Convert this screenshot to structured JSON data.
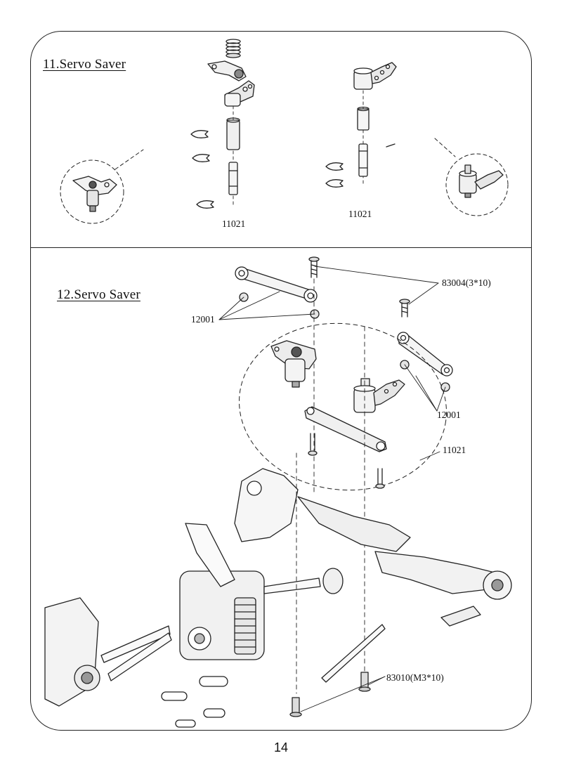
{
  "page_number": "14",
  "section_11": {
    "title": "11.Servo Saver",
    "part_left": "11021",
    "part_right": "11021"
  },
  "section_12": {
    "title": "12.Servo Saver",
    "labels": {
      "screw_top": "83004(3*10)",
      "ball_ends_left": "12001",
      "ball_ends_right": "12001",
      "servo_saver_group": "11021",
      "screw_bottom": "83010(M3*10)"
    }
  }
}
